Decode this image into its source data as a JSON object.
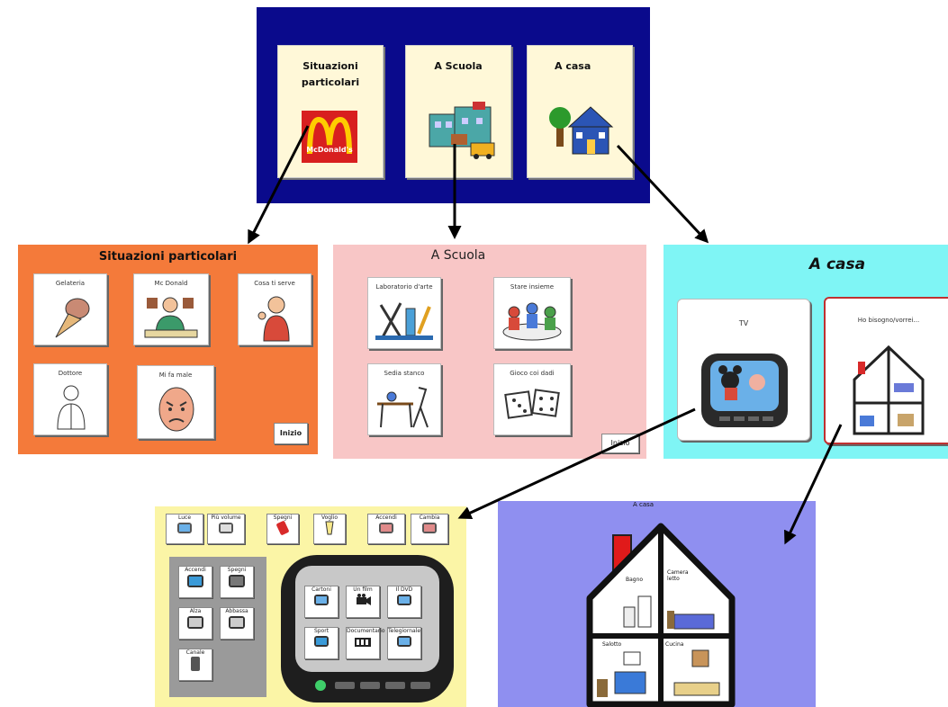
{
  "top_panel": {
    "color": "#0a0a8c",
    "cards": [
      {
        "label": "Situazioni particolari"
      },
      {
        "label": "A Scuola"
      },
      {
        "label": "A casa"
      }
    ],
    "logo_text": "McDonald's"
  },
  "situazioni": {
    "title": "Situazioni particolari",
    "color": "#f47a3a",
    "items": [
      "Gelateria",
      "Mc Donald",
      "Cosa ti serve",
      "Dottore",
      "Mi fa male"
    ],
    "nav_button": "Inizio"
  },
  "scuola": {
    "title": "A Scuola",
    "color": "#f8c6c6",
    "items": [
      "Laboratorio d'arte",
      "Stare insieme",
      "Sedia stanco",
      "Gioco coi dadi"
    ],
    "nav_button": "Inizio"
  },
  "casa": {
    "title": "A casa",
    "color": "#7ff5f5",
    "items": [
      "TV",
      "Ho bisogno/vorrei..."
    ]
  },
  "tv_screen": {
    "color": "#fbf5a6",
    "top_buttons": [
      "Luce",
      "Più volume",
      "Spegni",
      "Voglio",
      "Accendi",
      "Cambia"
    ],
    "side_buttons": [
      "Accendi",
      "Spegni",
      "Alza",
      "Abbassa",
      "Canale"
    ],
    "tv_buttons": [
      "Cartoni",
      "Un film",
      "Il DVD",
      "Sport",
      "Documentario",
      "Telegiornale"
    ]
  },
  "house_screen": {
    "title": "A casa",
    "color": "#8f8ff0",
    "rooms": [
      "Bagno",
      "Camera letto",
      "Salotto",
      "Cucina"
    ]
  }
}
